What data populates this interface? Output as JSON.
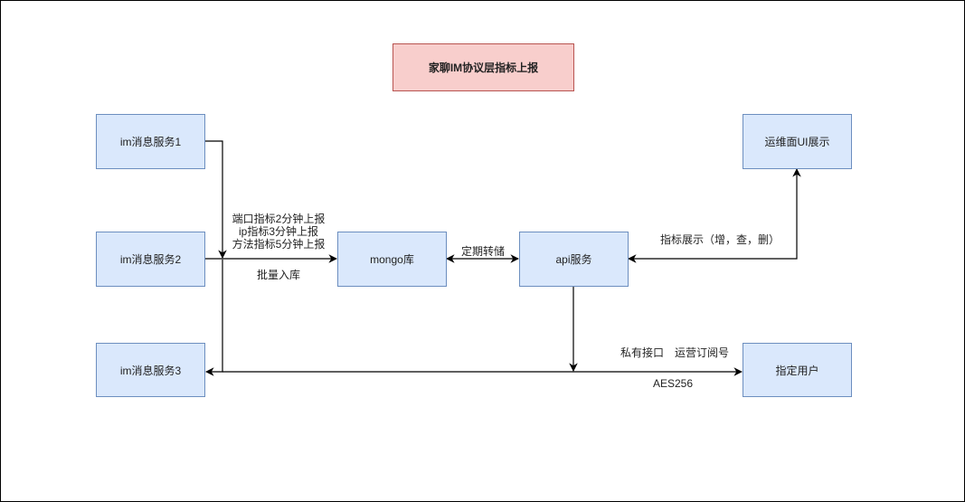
{
  "title": "家聊IM协议层指标上报",
  "nodes": {
    "im1": "im消息服务1",
    "im2": "im消息服务2",
    "im3": "im消息服务3",
    "mongo": "mongo库",
    "api": "api服务",
    "ui": "运维面UI展示",
    "user": "指定用户"
  },
  "edge_labels": {
    "report_line1": "端口指标2分钟上报",
    "report_line2": "ip指标3分钟上报",
    "report_line3": "方法指标5分钟上报",
    "batch": "批量入库",
    "dump": "定期转储",
    "display": "指标展示（增，查，删）",
    "private_api": "私有接口　运营订阅号",
    "aes": "AES256"
  }
}
